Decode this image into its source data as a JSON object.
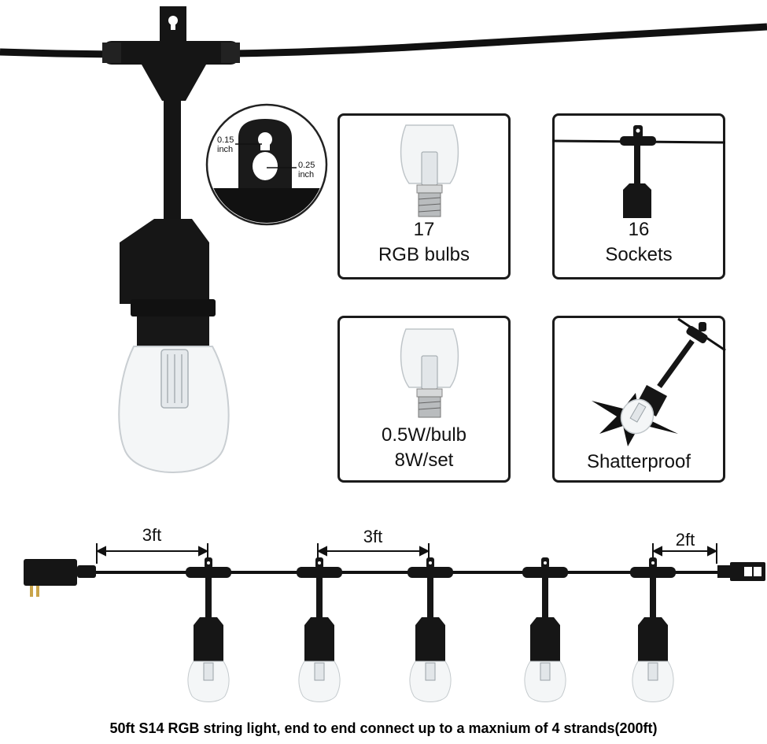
{
  "detail": {
    "hole_small": "0.15",
    "hole_small_unit": "inch",
    "hole_large": "0.25",
    "hole_large_unit": "inch"
  },
  "panels": [
    {
      "id": "bulbs",
      "line1": "17",
      "line2": "RGB bulbs"
    },
    {
      "id": "sockets",
      "line1": "16",
      "line2": "Sockets"
    },
    {
      "id": "wattage",
      "line1": "0.5W/bulb",
      "line2": "8W/set"
    },
    {
      "id": "shatterproof",
      "line1": "Shatterproof"
    }
  ],
  "spacing": {
    "first": "3ft",
    "middle": "3ft",
    "end": "2ft"
  },
  "caption": "50ft S14 RGB string light, end to end connect up to a maxnium of 4 strands(200ft)",
  "colors": {
    "cable": "#111111",
    "socket": "#151515",
    "panel_border": "#1b1b1b",
    "glass": "#e9edf0"
  }
}
